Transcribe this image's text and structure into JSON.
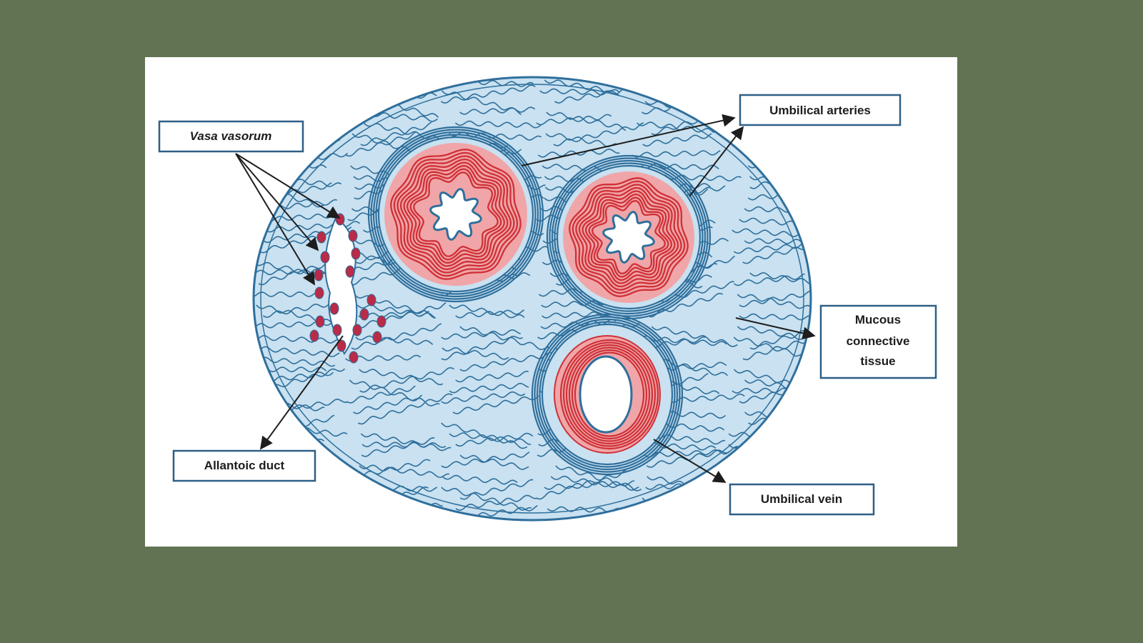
{
  "diagram": {
    "colors": {
      "background": "#627353",
      "panel": "#ffffff",
      "tissue_fill": "#c9e1f0",
      "tissue_line": "#2f6f9c",
      "vessel_pink": "#f0a6a8",
      "vessel_red": "#cf3037",
      "label_border": "#2f5f86"
    },
    "labels": {
      "vasa_vasorum": "Vasa vasorum",
      "umbilical_arteries": "Umbilical arteries",
      "mucous_line1": "Mucous",
      "mucous_line2": "connective",
      "mucous_line3": "tissue",
      "allantoic_duct": "Allantoic duct",
      "umbilical_vein": "Umbilical vein"
    }
  }
}
